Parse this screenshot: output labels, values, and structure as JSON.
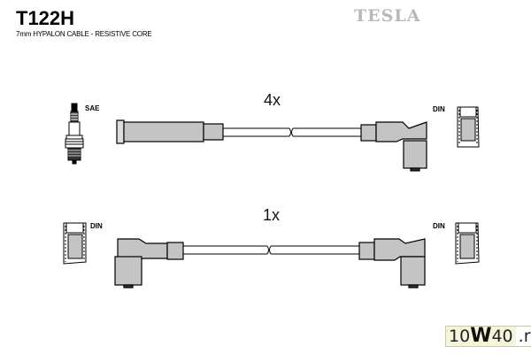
{
  "header": {
    "part_number": "T122H",
    "description": "7mm HYPALON CABLE - RESISTIVE CORE",
    "brand": "TESLA"
  },
  "cables": [
    {
      "quantity_label": "4x",
      "left_connector": {
        "label": "SAE",
        "type": "straight"
      },
      "right_connector": {
        "label": "DIN",
        "type": "angled"
      }
    },
    {
      "quantity_label": "1x",
      "left_connector": {
        "label": "DIN",
        "type": "angled"
      },
      "right_connector": {
        "label": "DIN",
        "type": "angled"
      }
    }
  ],
  "watermark": {
    "prefix": "10",
    "mid": "W",
    "suffix": "40",
    "tld": ".ru"
  },
  "colors": {
    "boot_fill": "#c4c4c4",
    "outline": "#000000",
    "brand": "#b9b9b9",
    "watermark_bg": "#f5f5dc"
  }
}
